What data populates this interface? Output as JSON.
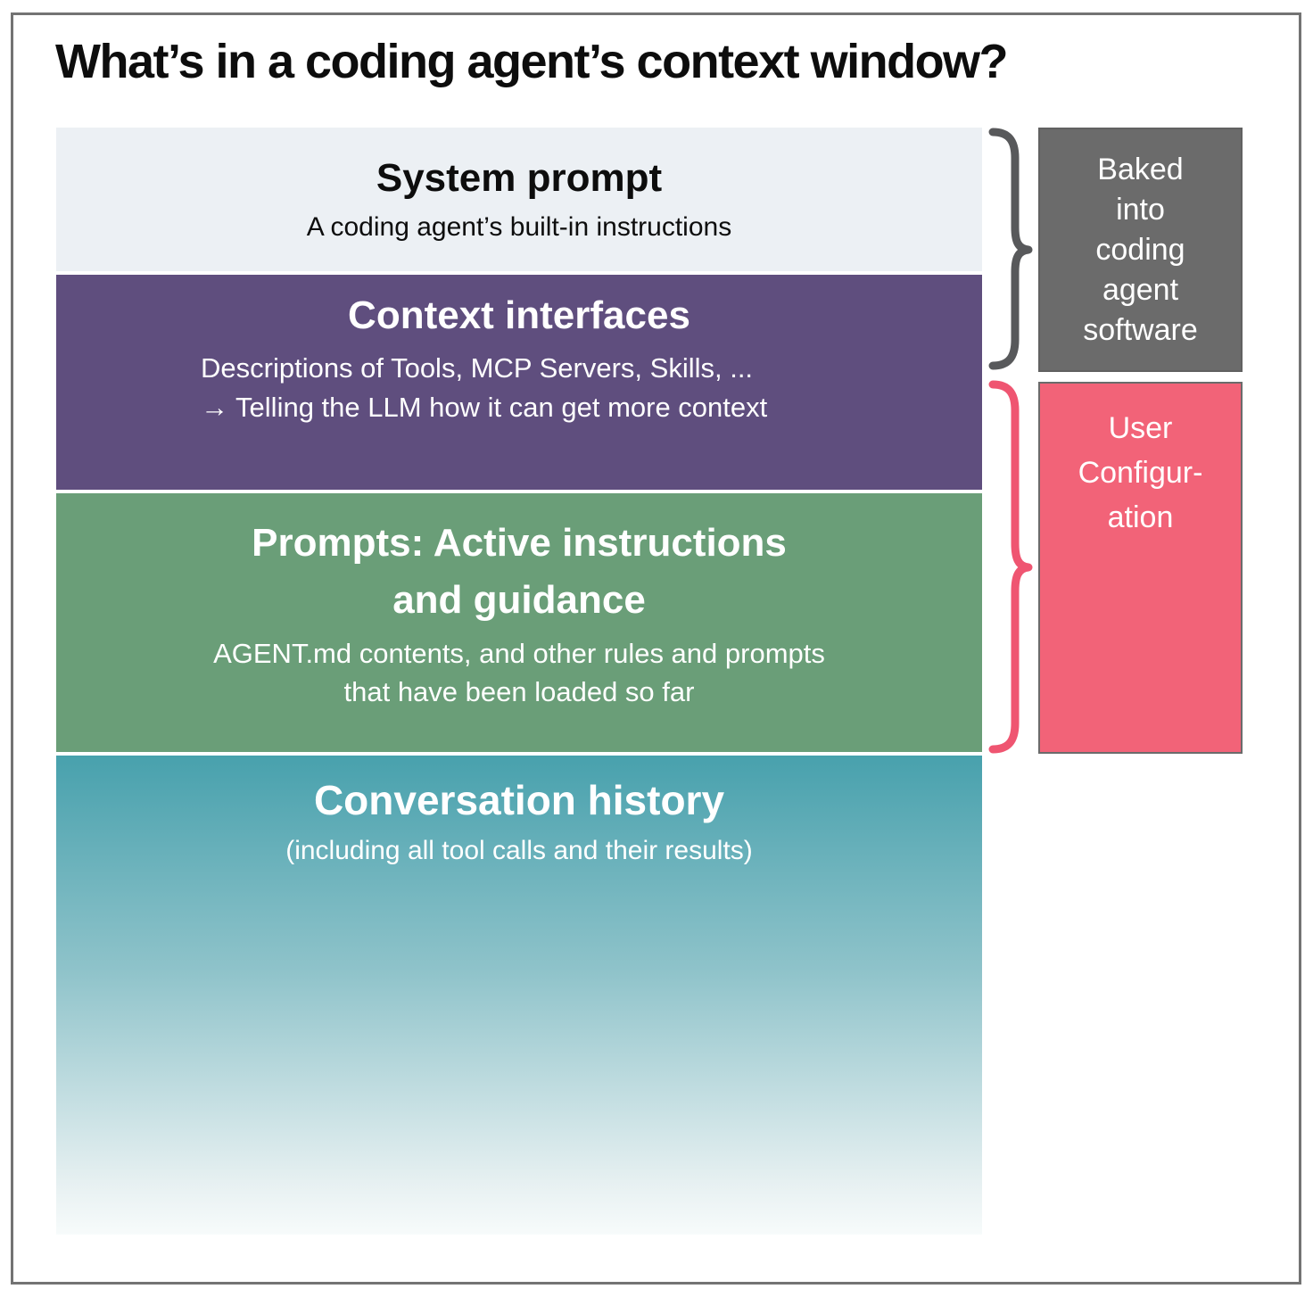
{
  "title": "What’s in a coding agent’s context window?",
  "stack": {
    "system_prompt": {
      "title": "System prompt",
      "subtitle": "A coding agent’s built-in instructions"
    },
    "context_interfaces": {
      "title": "Context interfaces",
      "details": "Descriptions of Tools, MCP Servers, Skills, ...\n→ Telling the LLM how it can get more context"
    },
    "prompts": {
      "title": "Prompts: Active instructions\nand guidance",
      "subtitle": "AGENT.md contents, and other rules and prompts\nthat have been loaded so far"
    },
    "conversation_history": {
      "title": "Conversation history",
      "subtitle": "(including all tool calls and their results)"
    }
  },
  "annotations": {
    "baked": {
      "label": "Baked\ninto\ncoding\nagent\nsoftware"
    },
    "user_config": {
      "label": "User\nConfigur-\nation"
    }
  },
  "colors": {
    "page-bg": "#FFFFFF",
    "frame-border": "#737373",
    "box-system": "#ECF0F4",
    "box-context": "#5F4E7E",
    "box-prompts": "#6A9E78",
    "history-top": "#48A1AD",
    "history-bottom": "#F7FBFB",
    "baked-bg": "#6B6B6B",
    "baked-brace": "#58595B",
    "config-bg": "#F26378",
    "config-brace": "#EF5571",
    "text-dark": "#0D0D0D",
    "text-light": "#FFFFFF"
  }
}
